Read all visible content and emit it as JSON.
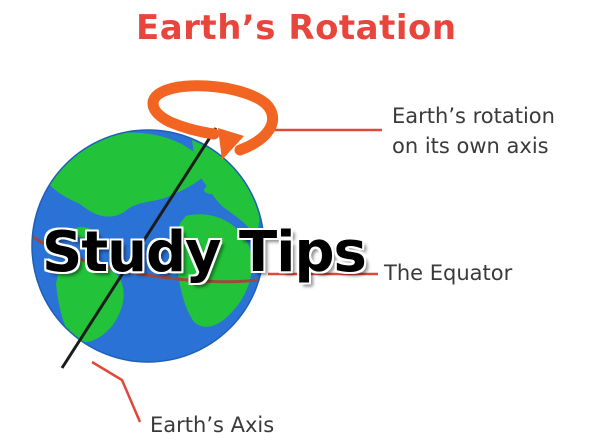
{
  "diagram": {
    "title": "Earth’s Rotation",
    "labels": {
      "rotation_line1": "Earth’s rotation",
      "rotation_line2": "on its own axis",
      "equator": "The Equator",
      "axis": "Earth’s Axis"
    },
    "overlay_text": "Study Tips",
    "colors": {
      "title": "#e8463c",
      "ocean": "#2b72d6",
      "land": "#22c33a",
      "arrow": "#f26422",
      "equator": "#9b4a3c",
      "pointer": "#e0483c"
    }
  }
}
